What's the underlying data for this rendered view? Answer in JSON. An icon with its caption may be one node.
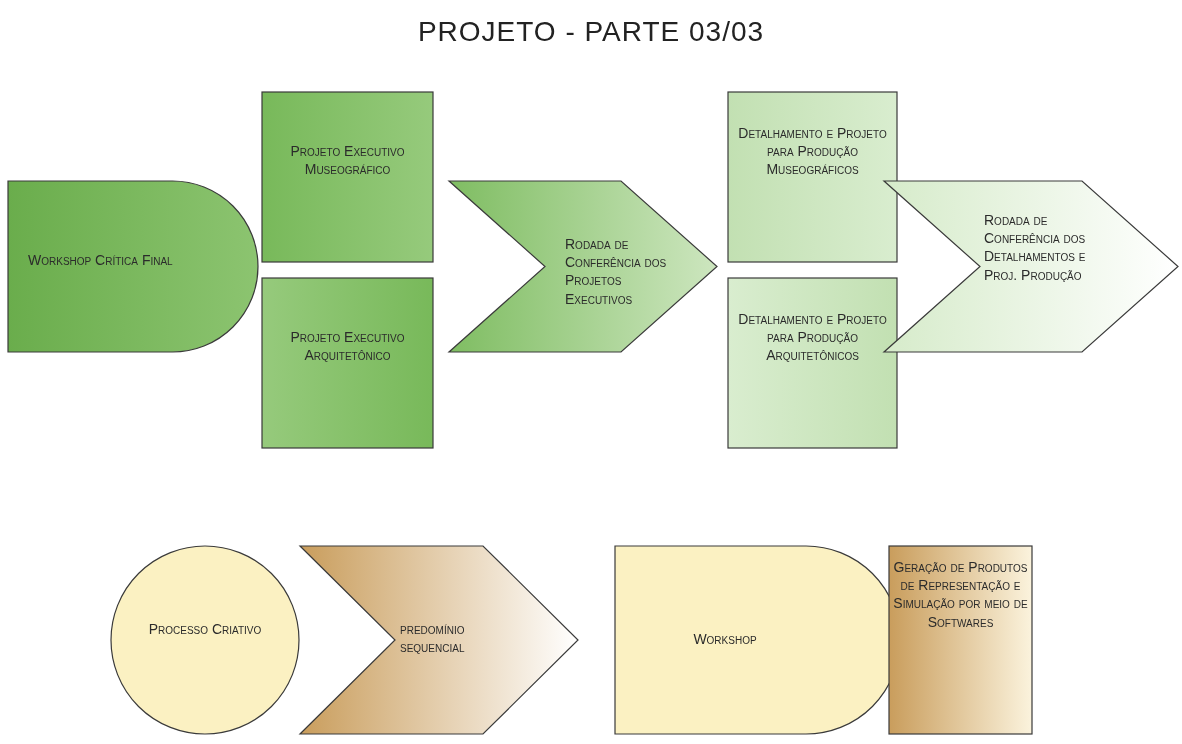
{
  "diagram": {
    "title": "PROJETO - PARTE 03/03",
    "nodes": [
      {
        "text": [
          "Workshop Crítica Final"
        ]
      },
      {
        "text": [
          "Projeto Executivo Museográfico"
        ]
      },
      {
        "text": [
          "Projeto Executivo Arquitetônico"
        ]
      },
      {
        "text": [
          "Rodada de Conferência dos Projetos Executivos"
        ]
      },
      {
        "text": [
          "Detalhamento e Projeto para Produção Museográficos"
        ]
      },
      {
        "text": [
          "Detalhamento e Projeto para Produção Arquitetônicos"
        ]
      },
      {
        "text": [
          "Rodada de Conferência dos Detalhamentos e Proj. Produção"
        ]
      },
      {
        "text": [
          "Processo Criativo"
        ]
      },
      {
        "text": [
          "predomínio sequencial"
        ]
      },
      {
        "text": [
          "Workshop"
        ]
      },
      {
        "text": [
          "Geração de Produtos de Representação e Simulação por meio de Softwares"
        ]
      }
    ]
  }
}
